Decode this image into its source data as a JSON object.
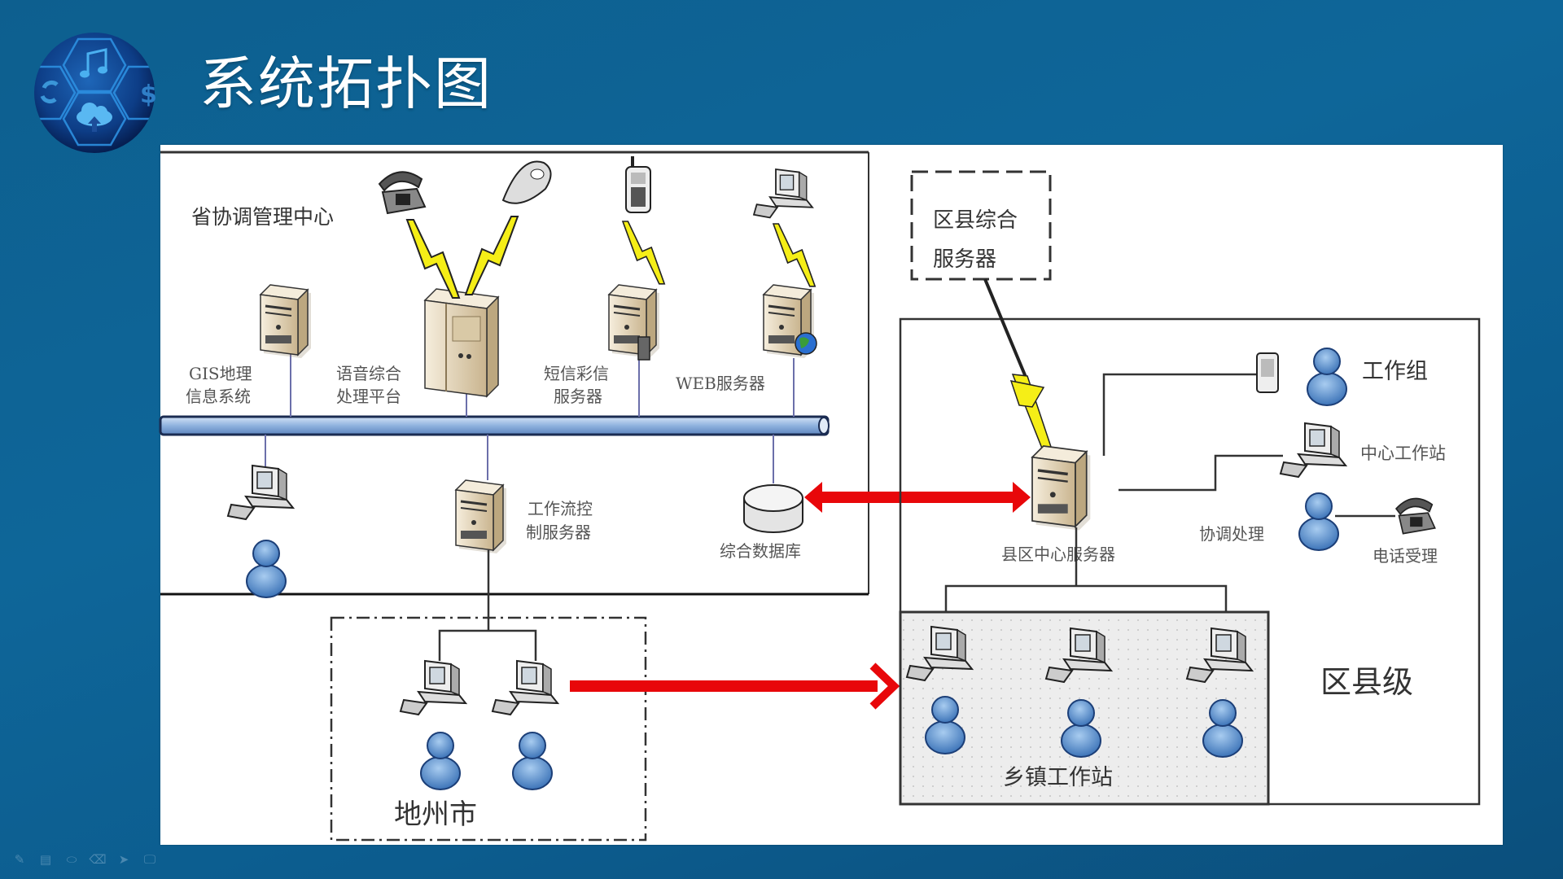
{
  "slide": {
    "title": "系统拓扑图",
    "logo": {
      "icons": [
        "music-note-icon",
        "refresh-icon",
        "dollar-icon",
        "cloud-upload-icon"
      ]
    }
  },
  "diagram": {
    "province_center": {
      "label": "省协调管理中心",
      "devices_top": [
        {
          "label_line1": "GIS地理",
          "label_line2": "信息系统",
          "type": "server"
        },
        {
          "label_line1": "语音综合",
          "label_line2": "处理平台",
          "type": "large-server",
          "clients": [
            "telephone",
            "mobile-phone"
          ]
        },
        {
          "label_line1": "短信彩信",
          "label_line2": "服务器",
          "type": "server",
          "clients": [
            "cell-phone"
          ]
        },
        {
          "label_line1": "WEB服务器",
          "label_line2": "",
          "type": "web-server",
          "clients": [
            "computer"
          ]
        }
      ],
      "devices_bottom": [
        {
          "label_line1": "",
          "type": "workstation-with-user"
        },
        {
          "label_line1": "工作流控",
          "label_line2": "制服务器",
          "type": "server"
        },
        {
          "label_line1": "综合数据库",
          "type": "database"
        }
      ]
    },
    "prefecture": {
      "label": "地州市",
      "workstations": 2
    },
    "district_server_box": {
      "label_line1": "区县综合",
      "label_line2": "服务器"
    },
    "district": {
      "level_label": "区县级",
      "center_server": "县区中心服务器",
      "work_group": "工作组",
      "center_workstation": "中心工作站",
      "coordination": "协调处理",
      "phone_acceptance": "电话受理",
      "town_label": "乡镇工作站",
      "town_workstations": 3
    },
    "colors": {
      "bus": "#9fc0e6",
      "arrow": "#e8070a",
      "lightning": "#f5ee17",
      "server": "#e9dcc0",
      "user": "#4a86c8",
      "town_fill": "#ececec"
    }
  },
  "toolbar": {
    "icons": [
      "pen-icon",
      "slide-icon",
      "highlighter-icon",
      "eraser-icon",
      "pointer-icon",
      "monitor-icon"
    ],
    "glyphs": [
      "✎",
      "▤",
      "⬭",
      "⌫",
      "➤",
      "🖵"
    ]
  }
}
